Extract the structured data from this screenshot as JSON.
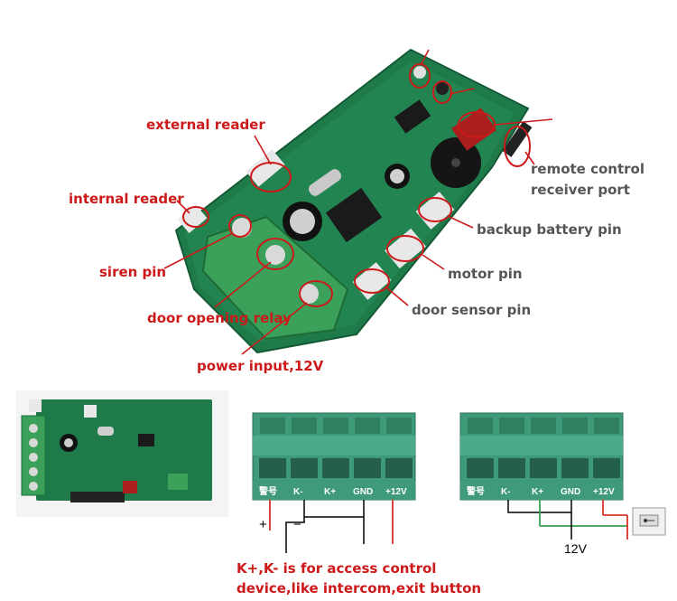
{
  "labels": {
    "external_reader": "external reader",
    "internal_reader": "internal reader",
    "siren_pin": "siren pin",
    "door_opening_relay": "door opening relay",
    "power_input": "power input,12V",
    "remote_control_line1": "remote control",
    "remote_control_line2": "receiver port",
    "backup_battery_pin": "backup battery pin",
    "motor_pin": "motor pin",
    "door_sensor_pin": "door sensor pin"
  },
  "terminal_left": [
    "警号",
    "K-",
    "K+",
    "GND",
    "+12V"
  ],
  "terminal_right": [
    "警号",
    "K-",
    "K+",
    "GND",
    "+12V"
  ],
  "wiring": {
    "plus_sign": "+",
    "minus_sign": "−",
    "voltage": "12V"
  },
  "notes": {
    "line1": "K+,K- is for access control",
    "line2": "device,like intercom,exit button"
  },
  "colors": {
    "label_red": "#cc1a1a",
    "label_gray": "#555555",
    "pcb_green": "#1f7a4a",
    "terminal_green": "#3e9a78",
    "wire_red": "#d8342b",
    "wire_green": "#33a04a"
  }
}
